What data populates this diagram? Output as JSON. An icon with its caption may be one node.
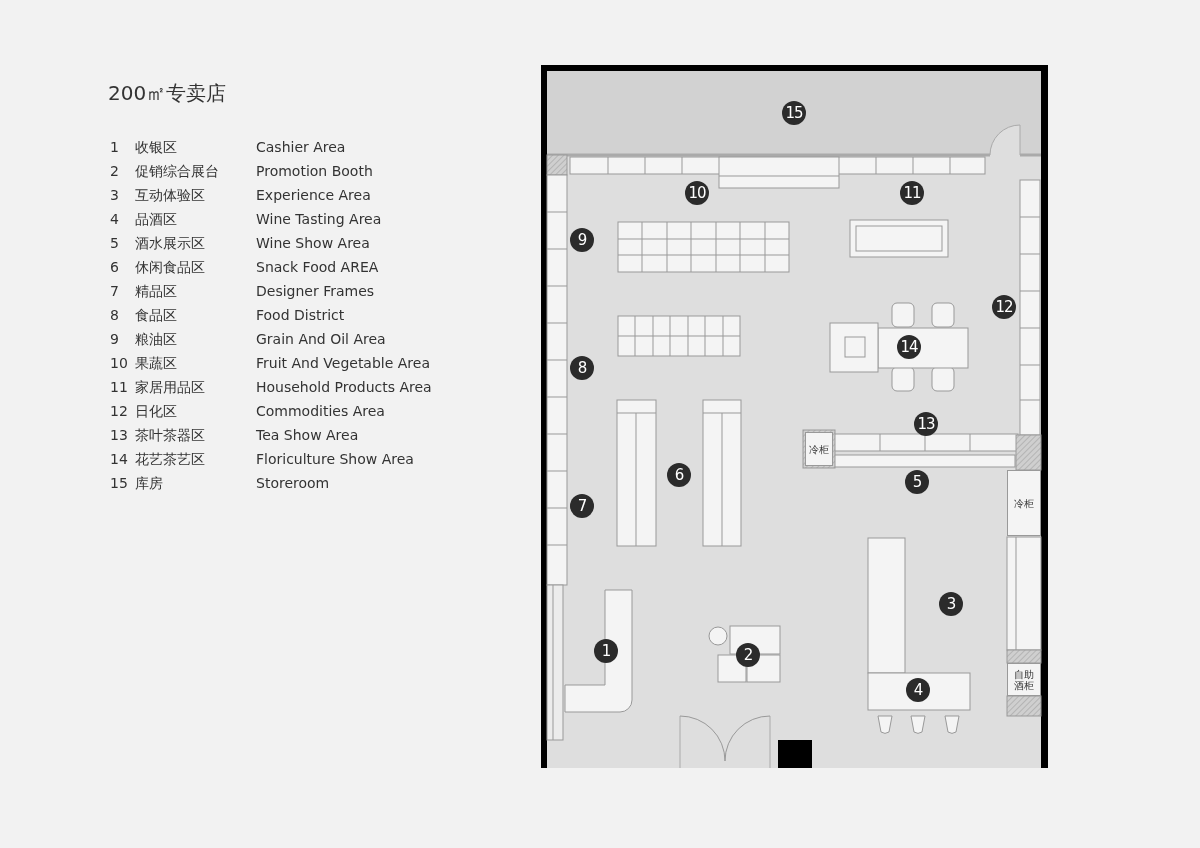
{
  "diagram": {
    "title": "200㎡专卖店",
    "nodes": [
      {
        "text": [
          "15"
        ]
      },
      {
        "text": [
          "10"
        ]
      },
      {
        "text": [
          "11"
        ]
      },
      {
        "text": [
          "9"
        ]
      },
      {
        "text": [
          "12"
        ]
      },
      {
        "text": [
          "14"
        ]
      },
      {
        "text": [
          "8"
        ]
      },
      {
        "text": [
          "13"
        ]
      },
      {
        "text": [
          "冷柜"
        ]
      },
      {
        "text": [
          "6"
        ]
      },
      {
        "text": [
          "5"
        ]
      },
      {
        "text": [
          "7"
        ]
      },
      {
        "text": [
          "冷柜"
        ]
      },
      {
        "text": [
          "3"
        ]
      },
      {
        "text": [
          "1"
        ]
      },
      {
        "text": [
          "2"
        ]
      },
      {
        "text": [
          "自助酒柜"
        ]
      },
      {
        "text": [
          "4"
        ]
      }
    ],
    "labels": [
      "1",
      "收银区",
      "Cashier Area",
      "2",
      "促销综合展台",
      "Promotion Booth",
      "3",
      "互动体验区",
      "Experience Area",
      "4",
      "品酒区",
      "Wine Tasting Area",
      "5",
      "酒水展示区",
      "Wine Show Area",
      "6",
      "休闲食品区",
      "Snack Food AREA",
      "7",
      "精品区",
      "Designer Frames",
      "8",
      "食品区",
      "Food District",
      "9",
      "粮油区",
      "Grain And Oil Area",
      "10",
      "果蔬区",
      "Fruit And Vegetable Area",
      "11",
      "家居用品区",
      "Household Products Area",
      "12",
      "日化区",
      "Commodities Area",
      "13",
      "茶叶茶器区",
      "Tea Show Area",
      "14",
      "花艺茶艺区",
      "Floriculture Show Area",
      "15",
      "库房",
      "Storeroom"
    ]
  }
}
